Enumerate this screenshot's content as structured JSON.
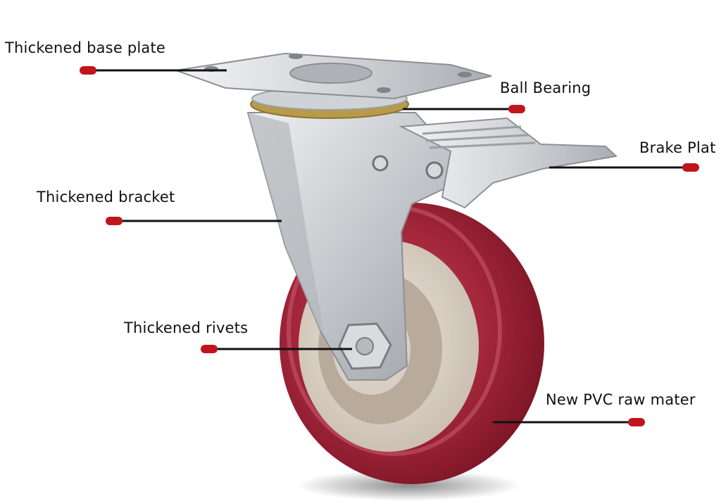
{
  "callouts": {
    "base_plate": "Thickened base plate",
    "ball_bearing": "Ball Bearing",
    "brake_plate": "Brake Plat",
    "bracket": "Thickened bracket",
    "rivets": "Thickened rivets",
    "pvc": "New PVC raw mater"
  },
  "colors": {
    "leader_line": "#111111",
    "marker": "#c0151c",
    "wheel_tread": "#a8273a",
    "wheel_core": "#d9cfc4",
    "metal": "#c9ccd0"
  }
}
